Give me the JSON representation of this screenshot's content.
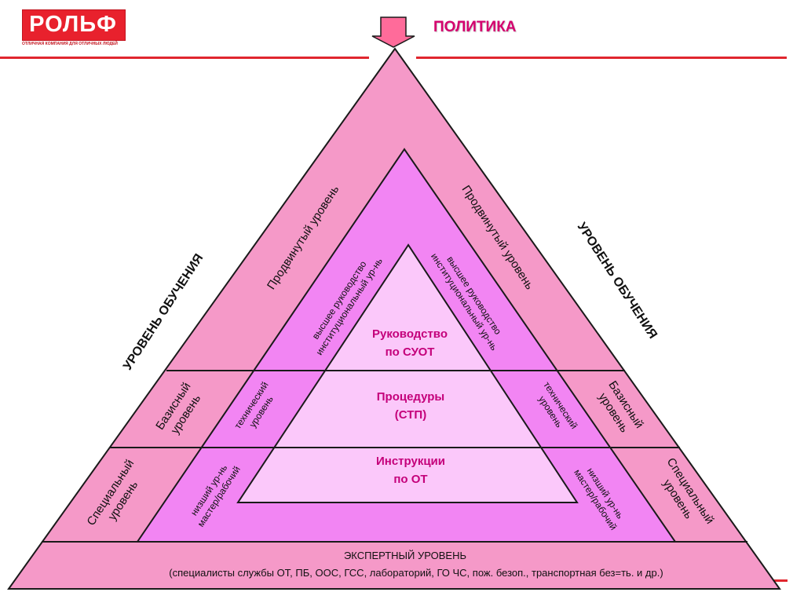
{
  "logo": {
    "brand": "РОЛЬФ",
    "tagline": "ОТЛИЧНАЯ КОМПАНИЯ ДЛЯ ОТЛИЧНЫХ ЛЮДЕЙ"
  },
  "header": {
    "title": "ПОЛИТИКА"
  },
  "sides": {
    "left_title": "УРОВЕНЬ ОБУЧЕНИЯ",
    "right_title": "УРОВЕНЬ ОБУЧЕНИЯ"
  },
  "outer_band": {
    "top": "Продвинутый уровень",
    "middle_line1": "Базисный",
    "middle_line2": "уровень",
    "bottom_line1": "Специальный",
    "bottom_line2": "уровень"
  },
  "middle_band": {
    "top_line1": "высшее руководство",
    "top_line2": "институциональный ур-нь",
    "middle_line1": "технический",
    "middle_line2": "уровень",
    "bottom_line1": "низший ур-нь",
    "bottom_line2": "мастер/рабочий"
  },
  "core": {
    "top_line1": "Руководство",
    "top_line2": "по СУОТ",
    "middle_line1": "Процедуры",
    "middle_line2": "(СТП)",
    "bottom_line1": "Инструкции",
    "bottom_line2": "по ОТ"
  },
  "expert": {
    "line1": "ЭКСПЕРТНЫЙ УРОВЕНЬ",
    "line2": "(специалисты службы ОТ, ПБ, ООС, ГСС, лабораторий, ГО ЧС, пож. безоп., транспортная без=ть. и др.)"
  },
  "colors": {
    "outer_pink": "#f599c8",
    "middle_magenta": "#f285f3",
    "core_pink": "#fbc8fa",
    "arrow": "#ff6b9a",
    "accent_red": "#e0262e"
  }
}
